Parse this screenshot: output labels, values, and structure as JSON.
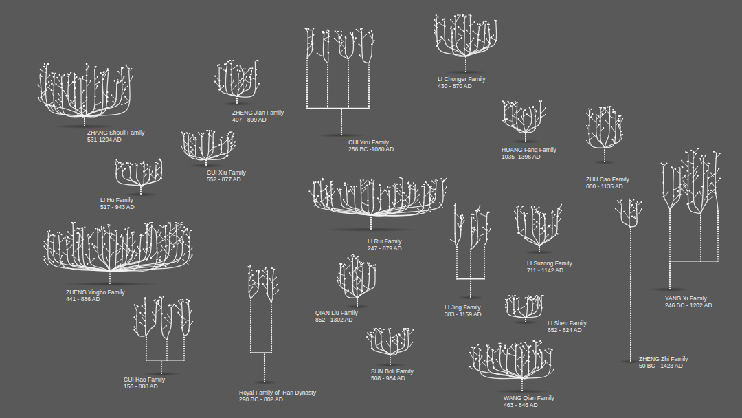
{
  "diagram": {
    "labels": [
      "ZHANG Shouli Family",
      "531-1204 AD",
      "ZHENG Jian Family",
      "407 - 899 AD",
      "CUI Yiru Family",
      "256 BC -1080 AD",
      "LI Chonger Family",
      "430 - 870 AD",
      "HUANG Fang Family",
      "1035 -1396 AD",
      "ZHU Cao Family",
      "600 - 1135 AD",
      "CUI Xiu Family",
      "552 - 877 AD",
      "LI Hu Family",
      "517 - 943 AD",
      "LI Rui Family",
      "247 - 879 AD",
      "ZHENG Yingbo Family",
      "441 - 886 AD",
      "LI Suzong Family",
      "711 - 1142 AD",
      "YANG Xi Family",
      "246 BC - 1202 AD",
      "QIAN Liu Family",
      "852 - 1302 AD",
      "LI Jing Family",
      "383 - 1159 AD",
      "LI Shen Family",
      "652 - 824 AD",
      "CUI Hao Family",
      "156 - 888 AD",
      "Royal Family of  Han Dynasty",
      "290 BC - 802 AD",
      "SUN Boli Family",
      "508 - 984 AD",
      "ZHENG Zhi Family",
      "50 BC - 1423 AD",
      "WANG Qian Family",
      "463 - 846 AD"
    ]
  }
}
